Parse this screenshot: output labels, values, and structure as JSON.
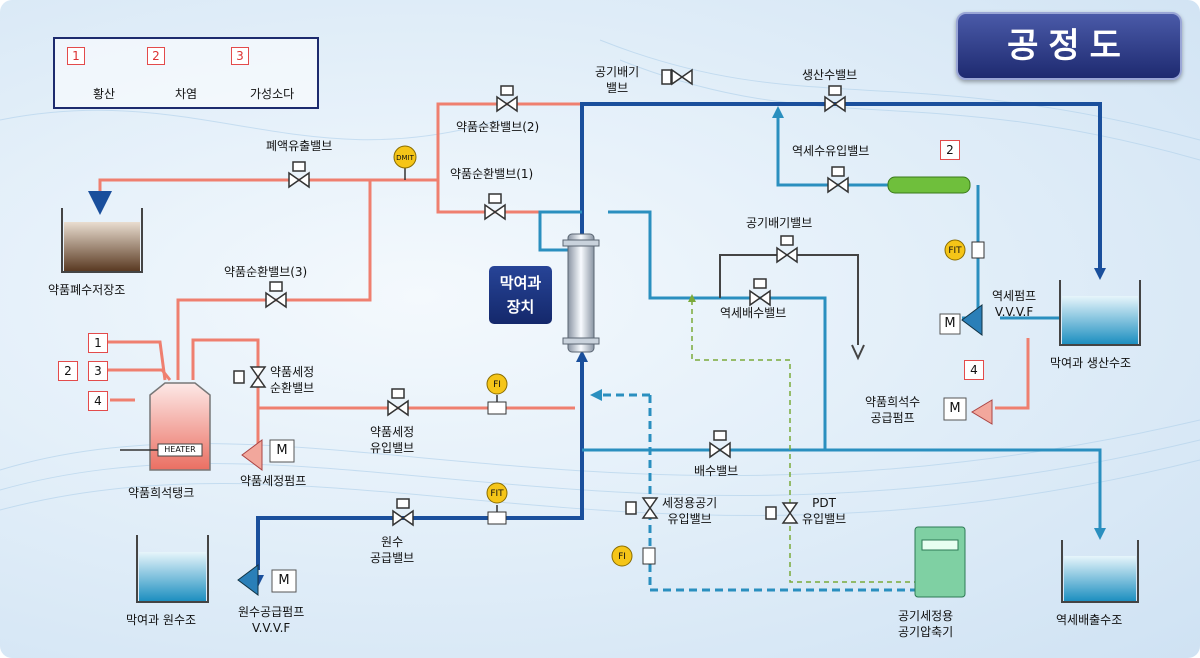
{
  "title": "공정도",
  "legend": [
    {
      "num": "1",
      "label": "황산"
    },
    {
      "num": "2",
      "label": "차염"
    },
    {
      "num": "3",
      "label": "가성소다"
    }
  ],
  "device_label": [
    "막여과",
    "장치"
  ],
  "labels": {
    "waste_tank": "약품폐수저장조",
    "dilution_tank": "약품희석탱크",
    "raw_water_tank": "막여과 원수조",
    "product_tank": "막여과 생산수조",
    "backwash_discharge_tank": "역세배출수조",
    "waste_valve": "폐액유출밸브",
    "chem_circ_valve_2": "약품순환밸브(2)",
    "chem_circ_valve_1": "약품순환밸브(1)",
    "chem_circ_valve_3": "약품순환밸브(3)",
    "air_vent_top": [
      "공기배기",
      "밸브"
    ],
    "product_valve": "생산수밸브",
    "backwash_inlet_valve": "역세수유입밸브",
    "air_vent_valve": "공기배기밸브",
    "backwash_drain_valve": "역세배수밸브",
    "backwash_pump": [
      "역세펌프",
      "V.V.V.F"
    ],
    "chem_dilution_pump": [
      "약품희석수",
      "공급펌프"
    ],
    "chem_wash_circ_valve": [
      "약품세정",
      "순환밸브"
    ],
    "chem_wash_inlet_valve": [
      "약품세정",
      "유입밸브"
    ],
    "chem_wash_pump": "약품세정펌프",
    "drain_valve": "배수밸브",
    "wash_air_inlet_valve": [
      "세정용공기",
      "유입밸브"
    ],
    "pdt_inlet_valve": [
      "PDT",
      "유입밸브"
    ],
    "raw_supply_valve": [
      "원수",
      "공급밸브"
    ],
    "raw_supply_pump": [
      "원수공급펌프",
      "V.V.V.F"
    ],
    "air_compressor": [
      "공기세정용",
      "공기압축기"
    ]
  },
  "chem_inputs": [
    "1",
    "2",
    "3",
    "4"
  ],
  "chem_box_2": "2",
  "chem_box_4": "4",
  "instruments": {
    "dmit": "DMIT",
    "fi_wash": "FI",
    "fit_raw": "FIT",
    "fit_backwash": "FIT",
    "fi_air": "FI"
  },
  "heater_text": "HEATER",
  "motor_text": "M",
  "colors": {
    "clean_water": "#1a4f9c",
    "process_water": "#2a8fbf",
    "chemical": "#ef7f6f",
    "air": "#7aaa3a",
    "title_bg": "#25337a"
  }
}
